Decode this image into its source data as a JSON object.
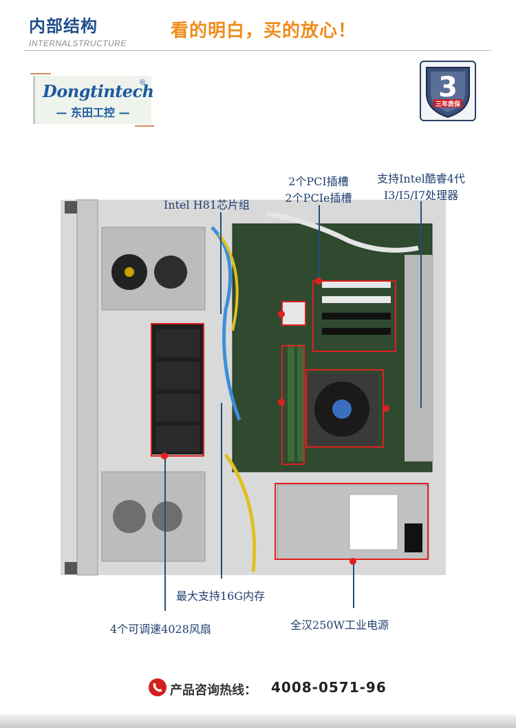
{
  "header": {
    "title": "内部结构",
    "subtitle": "INTERNALSTRUCTURE",
    "slogan": "看的明白，买的放心！"
  },
  "logo": {
    "name": "Dongtintech",
    "registered_mark": "®",
    "chinese_name": "— 东田工控 —"
  },
  "badge": {
    "numeral": "3",
    "text": "三年质保"
  },
  "annotations": {
    "chipset": "Intel H81芯片组",
    "pci_line1": "2个PCI插槽",
    "pci_line2": "2个PCIe插槽",
    "cpu_line1": "支持Intel酷睿4代",
    "cpu_line2": "I3/I5/I7处理器",
    "memory": "最大支持16G内存",
    "fans": "4个可调速4028风扇",
    "psu": "全汉250W工业电源"
  },
  "footer": {
    "phone_label": "产品咨询热线：",
    "phone_number": "4008-0571-96"
  },
  "colors": {
    "title_blue": "#1f4e8c",
    "slogan_orange": "#f08c1a",
    "highlight_red": "#e02020",
    "arrow_blue": "#1f4e79"
  }
}
